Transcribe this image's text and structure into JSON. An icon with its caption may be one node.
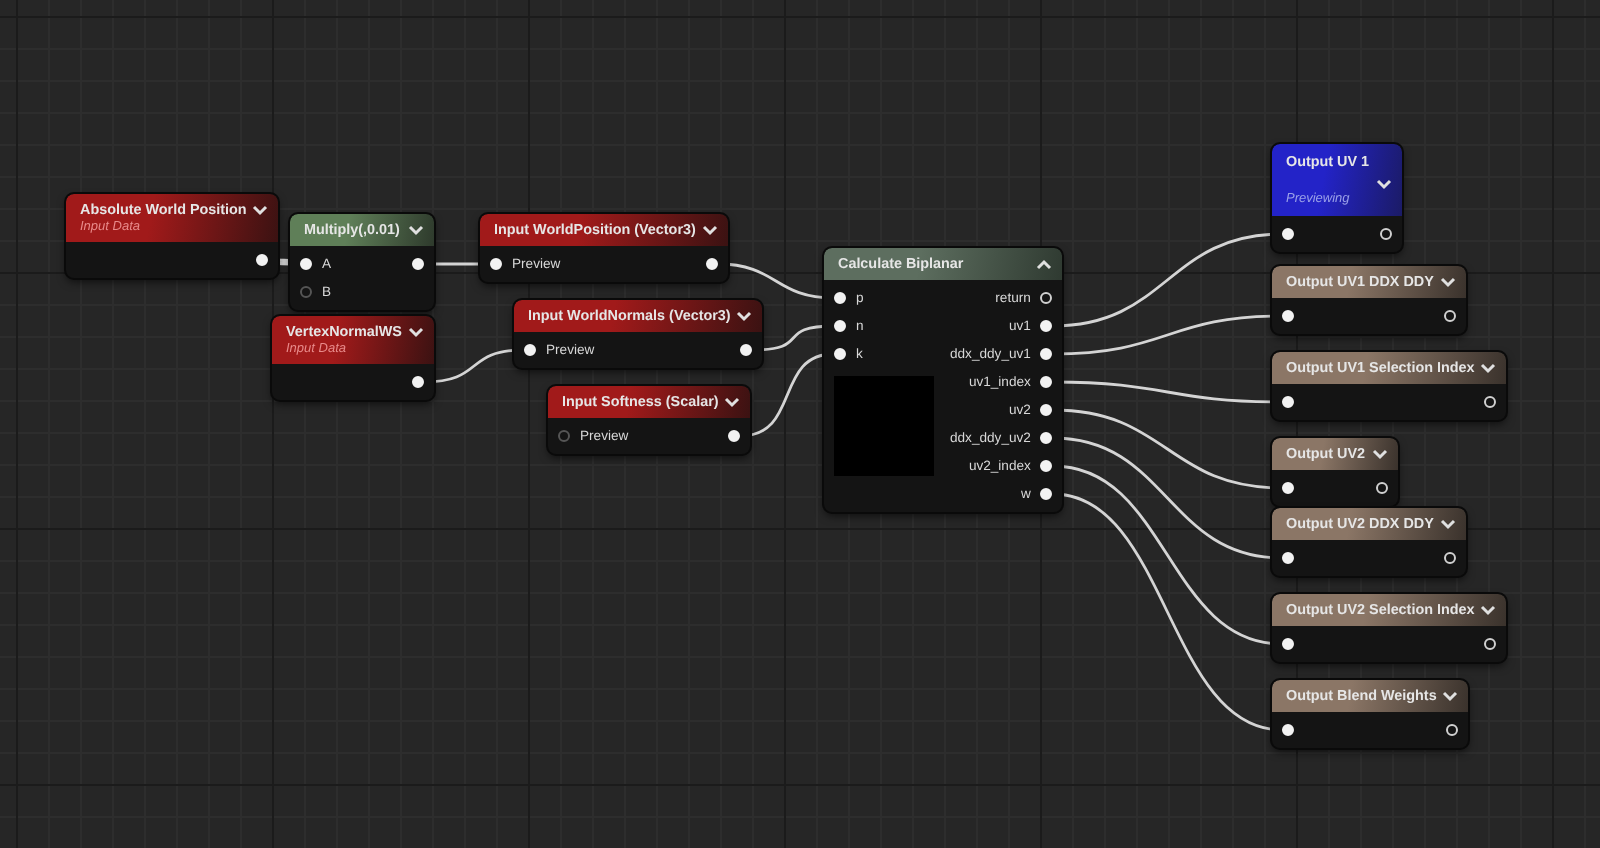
{
  "diagram": {
    "nodes": [
      {
        "text": [
          "Absolute World Position",
          "Input Data"
        ]
      },
      {
        "text": [
          "Multiply(,0.01)",
          "A",
          "B"
        ]
      },
      {
        "text": [
          "Input WorldPosition (Vector3)",
          "Preview"
        ]
      },
      {
        "text": [
          "VertexNormalWS",
          "Input Data"
        ]
      },
      {
        "text": [
          "Input WorldNormals (Vector3)",
          "Preview"
        ]
      },
      {
        "text": [
          "Input Softness (Scalar)",
          "Preview"
        ]
      },
      {
        "text": [
          "Calculate Biplanar",
          "p",
          "n",
          "k",
          "return",
          "uv1",
          "ddx_ddy_uv1",
          "uv1_index",
          "uv2",
          "ddx_ddy_uv2",
          "uv2_index",
          "w"
        ]
      },
      {
        "text": [
          "Output UV 1",
          "Previewing"
        ]
      },
      {
        "text": [
          "Output UV1 DDX DDY"
        ]
      },
      {
        "text": [
          "Output UV1 Selection Index"
        ]
      },
      {
        "text": [
          "Output UV2"
        ]
      },
      {
        "text": [
          "Output UV2 DDX DDY"
        ]
      },
      {
        "text": [
          "Output UV2 Selection Index"
        ]
      },
      {
        "text": [
          "Output Blend Weights"
        ]
      }
    ],
    "edges": [
      {
        "from": 0,
        "to": 1,
        "arrow": "none"
      },
      {
        "from": 1,
        "to": 2,
        "arrow": "none"
      },
      {
        "from": 3,
        "to": 4,
        "arrow": "none"
      },
      {
        "from": 2,
        "to": 6,
        "arrow": "none"
      },
      {
        "from": 4,
        "to": 6,
        "arrow": "none"
      },
      {
        "from": 5,
        "to": 6,
        "arrow": "none"
      },
      {
        "from": 6,
        "to": 7,
        "arrow": "none"
      },
      {
        "from": 6,
        "to": 8,
        "arrow": "none"
      },
      {
        "from": 6,
        "to": 9,
        "arrow": "none"
      },
      {
        "from": 6,
        "to": 10,
        "arrow": "none"
      },
      {
        "from": 6,
        "to": 11,
        "arrow": "none"
      },
      {
        "from": 6,
        "to": 12,
        "arrow": "none"
      },
      {
        "from": 6,
        "to": 13,
        "arrow": "none"
      }
    ]
  }
}
